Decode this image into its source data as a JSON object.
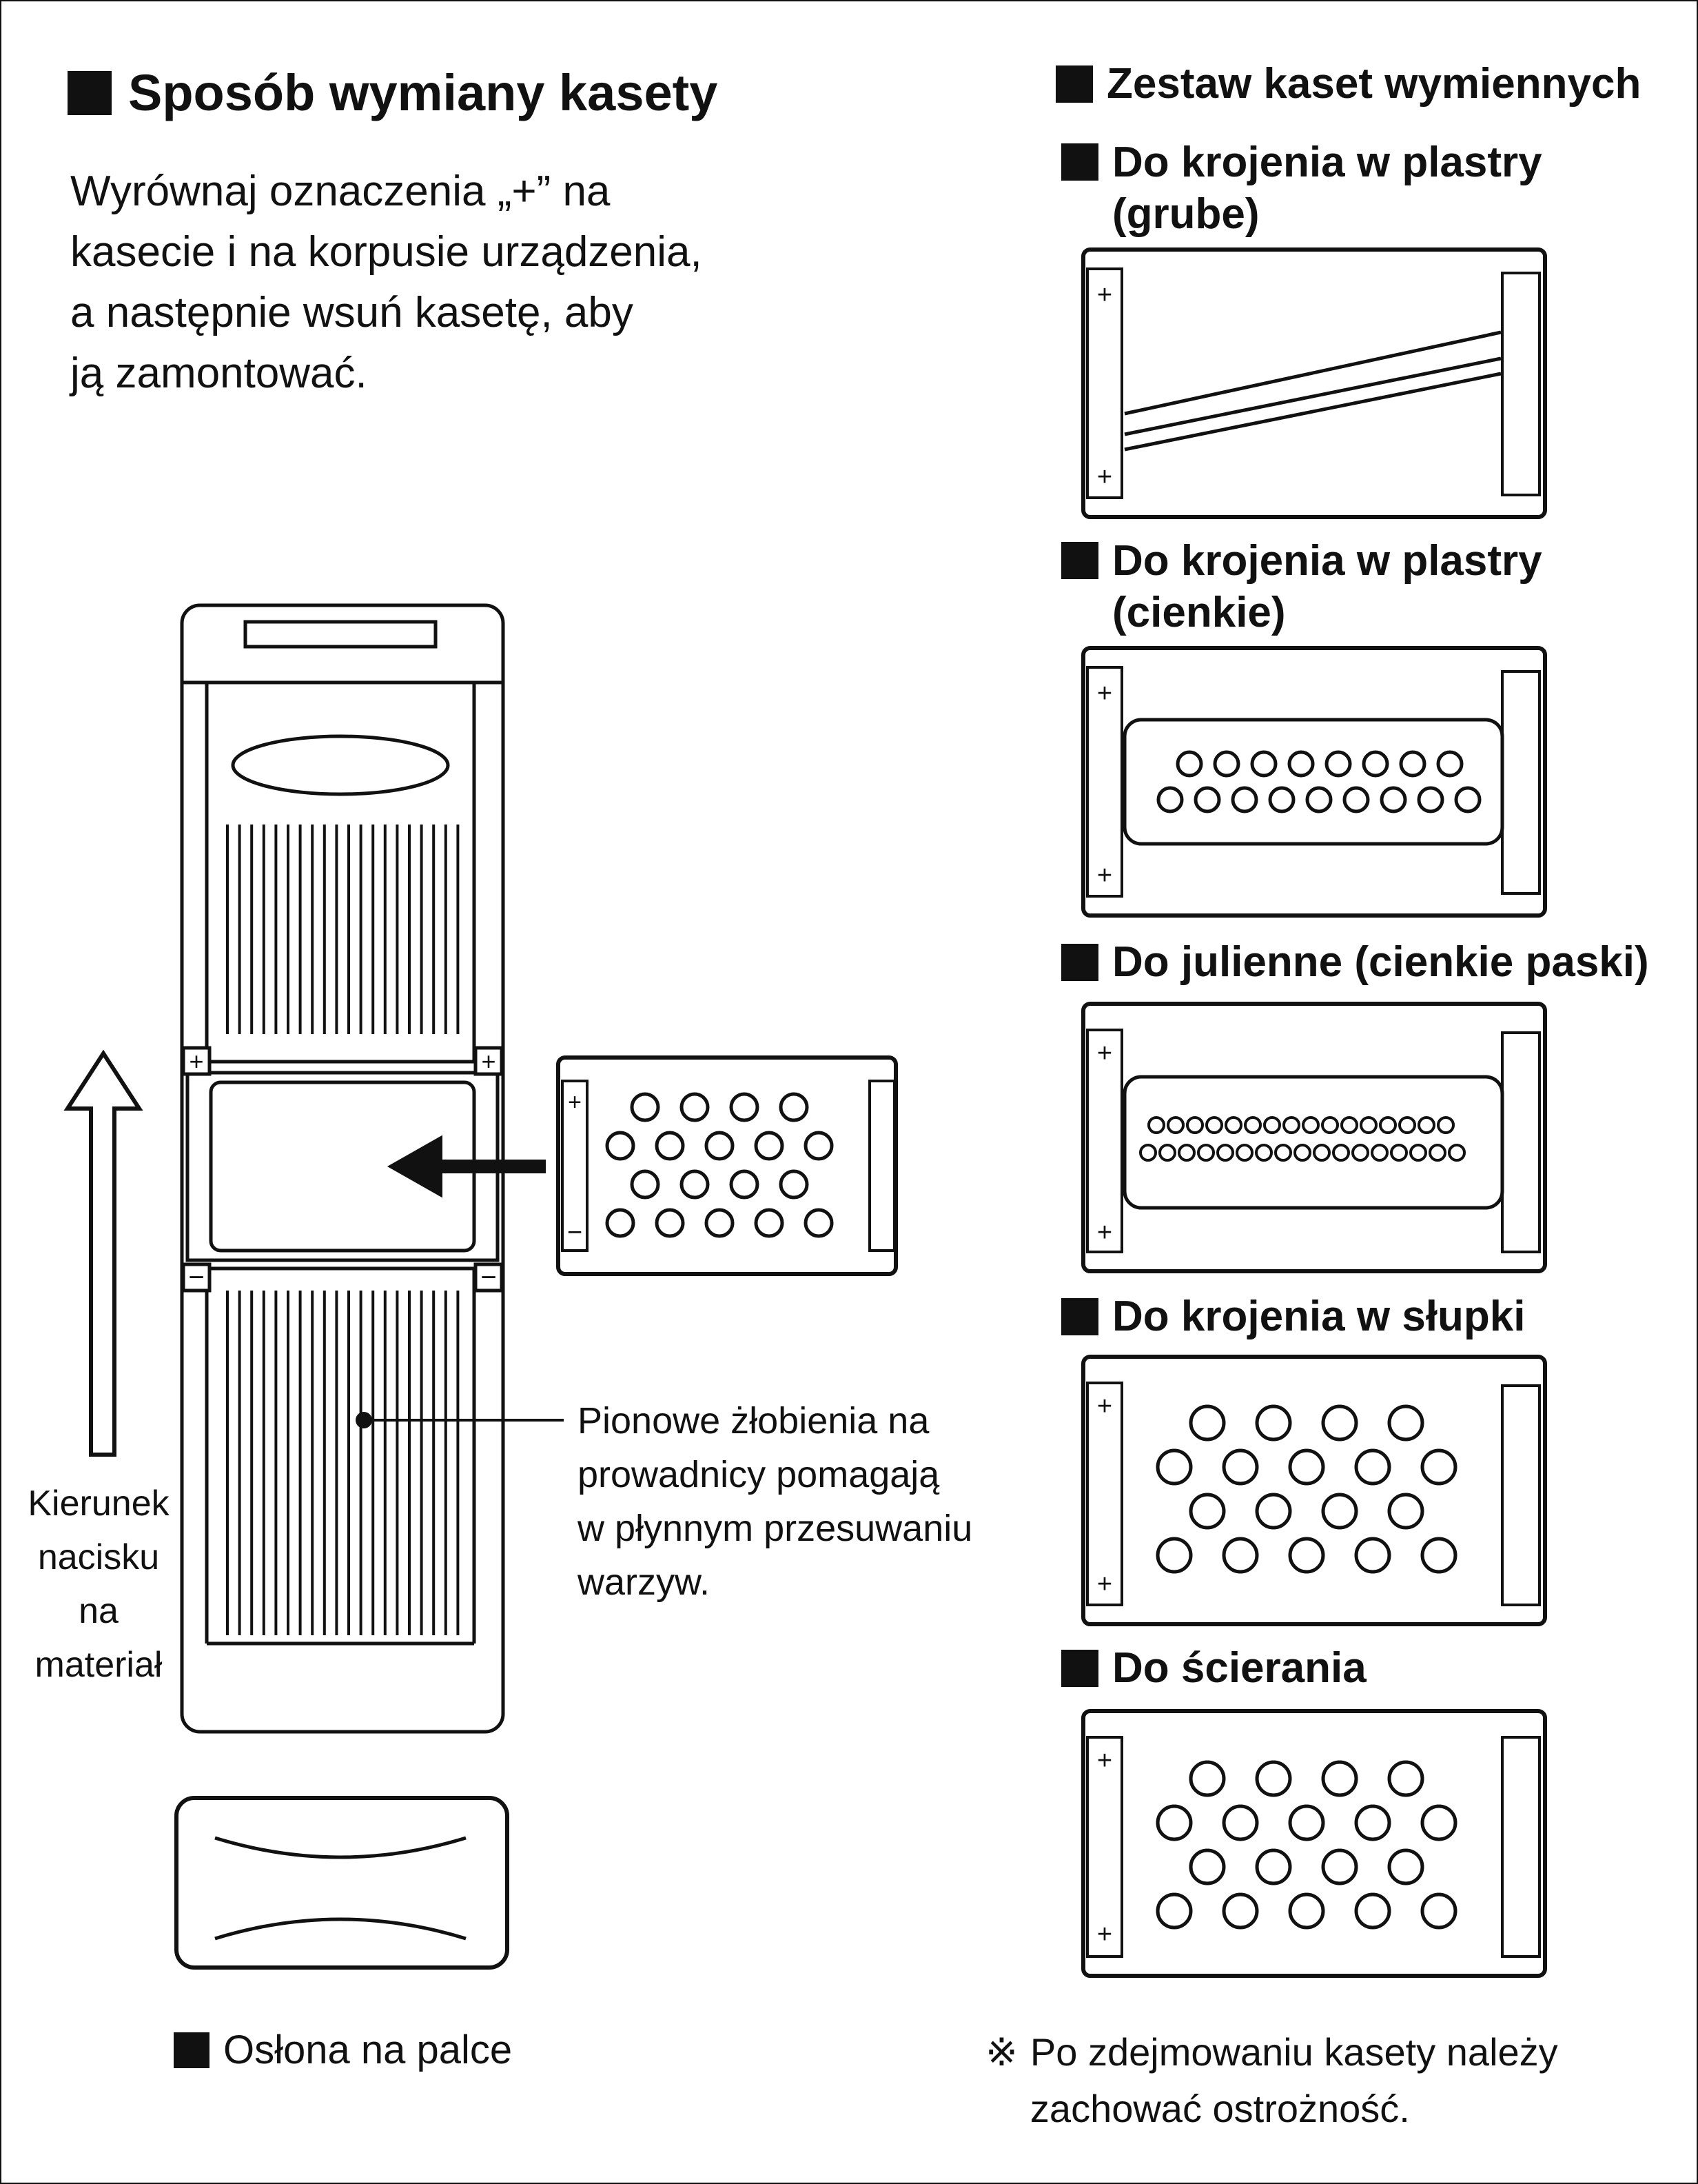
{
  "left_title": "Sposób wymiany kasety",
  "instructions": [
    "Wyrównaj oznaczenia „+” na",
    "kasecie i na korpusie urządzenia,",
    "a następnie wsuń kasetę, aby",
    "ją zamontować."
  ],
  "direction_label": [
    "Kierunek",
    "nacisku",
    "na",
    "materiał"
  ],
  "grooves_label": [
    "Pionowe żłobienia na",
    "prowadnicy pomagają",
    "w płynnym przesuwaniu",
    "warzyw."
  ],
  "finger_guard_label": "Osłona na palce",
  "plus_sign": "+",
  "minus_sign": "−",
  "right_title": "Zestaw kaset wymiennych",
  "cassettes": [
    {
      "name_lines": [
        "Do krojenia w plastry",
        "(grube)"
      ]
    },
    {
      "name_lines": [
        "Do krojenia w plastry",
        "(cienkie)"
      ]
    },
    {
      "name_lines": [
        "Do julienne (cienkie paski)"
      ]
    },
    {
      "name_lines": [
        "Do krojenia w słupki"
      ]
    },
    {
      "name_lines": [
        "Do ścierania"
      ]
    }
  ],
  "note_mark": "※",
  "note_lines": [
    "Po zdejmowaniu kasety należy",
    "zachować ostrożność."
  ]
}
